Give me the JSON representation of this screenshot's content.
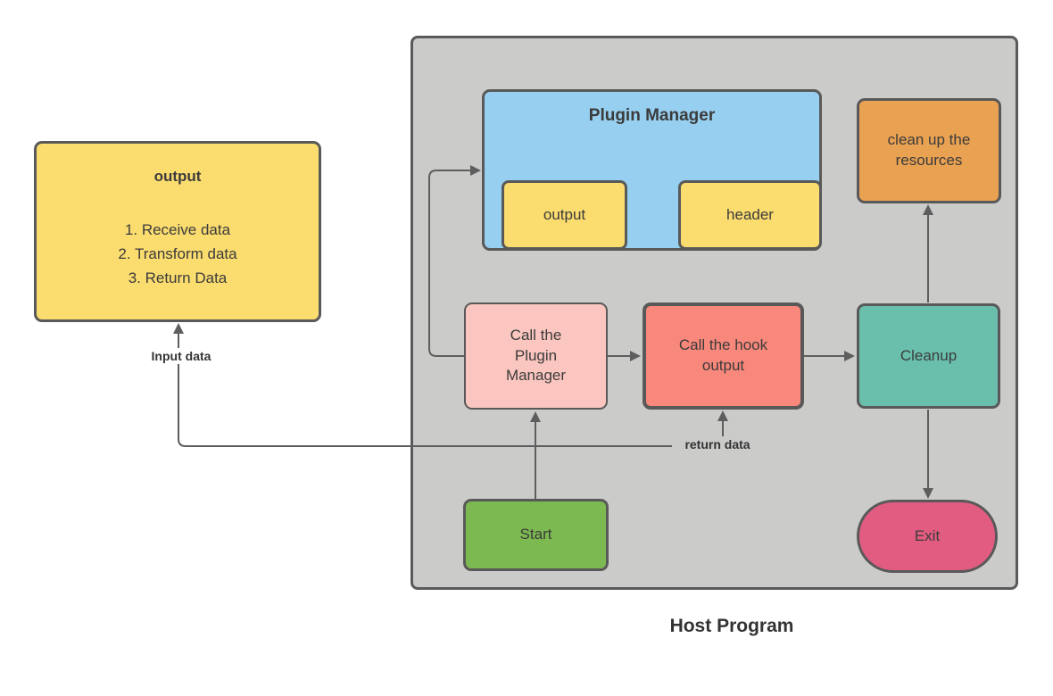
{
  "diagram": {
    "container_label": "Host Program",
    "output_box": {
      "title": "output",
      "steps": [
        "1. Receive data",
        "2. Transform data",
        "3. Return Data"
      ]
    },
    "plugin_manager": {
      "title": "Plugin Manager",
      "children": [
        {
          "label": "output"
        },
        {
          "label": "header"
        }
      ]
    },
    "nodes": {
      "call_plugin_manager": {
        "label": "Call the Plugin Manager"
      },
      "call_hook_output": {
        "label": "Call the hook output"
      },
      "cleanup": {
        "label": "Cleanup"
      },
      "clean_resources": {
        "label": "clean up the resources"
      },
      "start": {
        "label": "Start"
      },
      "exit": {
        "label": "Exit"
      }
    },
    "edge_labels": {
      "input_data": "Input data",
      "return_data": "return data"
    },
    "colors": {
      "background": "#ffffff",
      "container_fill": "#cbcbca",
      "container_border": "#5a5a5a",
      "node_border": "#595959",
      "connector": "#5e5e5e",
      "text": "#3b3b3b",
      "yellow": "#fbdc6f",
      "blue": "#97cff0",
      "light_pink": "#fbc6bf",
      "salmon": "#f8887b",
      "teal": "#6abfac",
      "orange": "#e9a152",
      "green": "#7cb950",
      "magenta": "#e25b81"
    }
  }
}
